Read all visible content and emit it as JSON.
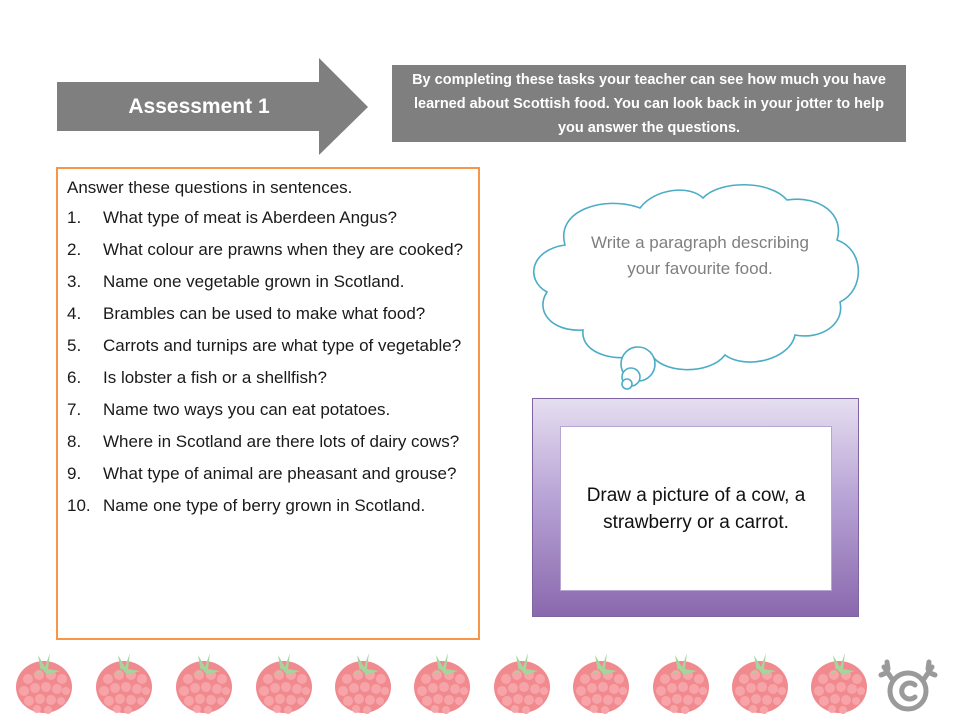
{
  "header": {
    "arrow_label": "Assessment 1",
    "intro_text": "By completing these tasks your teacher can see how much you have learned about Scottish food. You can look back in your jotter to help you answer the questions."
  },
  "questions": {
    "heading": "Answer these questions in sentences.",
    "items": [
      {
        "num": "1.",
        "text": "What type of meat is Aberdeen Angus?"
      },
      {
        "num": "2.",
        "text": "What colour are prawns when they are cooked?"
      },
      {
        "num": "3.",
        "text": "Name one vegetable grown in Scotland."
      },
      {
        "num": "4.",
        "text": "Brambles can be used to make what food?"
      },
      {
        "num": "5.",
        "text": "Carrots and turnips are what type of vegetable?"
      },
      {
        "num": "6.",
        "text": "Is lobster a fish or a shellfish?"
      },
      {
        "num": "7.",
        "text": "Name two ways you can eat potatoes."
      },
      {
        "num": "8.",
        "text": "Where in Scotland are there lots of dairy cows?"
      },
      {
        "num": "9.",
        "text": "What type of animal are pheasant and grouse?"
      },
      {
        "num": "10.",
        "text": "Name one type of berry grown in Scotland."
      }
    ]
  },
  "thought_cloud": {
    "text": "Write a paragraph describing your favourite food."
  },
  "draw_task": {
    "text": "Draw a picture of a cow, a strawberry or a carrot."
  },
  "footer": {
    "berry_count": 11,
    "berry_icon": "raspberry-icon",
    "logo_icon": "moose-copyright-icon"
  },
  "colors": {
    "arrow": "#7f7f7f",
    "intro_box": "#7f7f7f",
    "questions_border": "#f79646",
    "cloud_stroke": "#4bacc6",
    "cloud_text": "#7f7f7f",
    "draw_frame_top": "#e6def0",
    "draw_frame_bottom": "#8a68ad",
    "berry": "#f08a8f",
    "leaf": "#9fd09a"
  }
}
